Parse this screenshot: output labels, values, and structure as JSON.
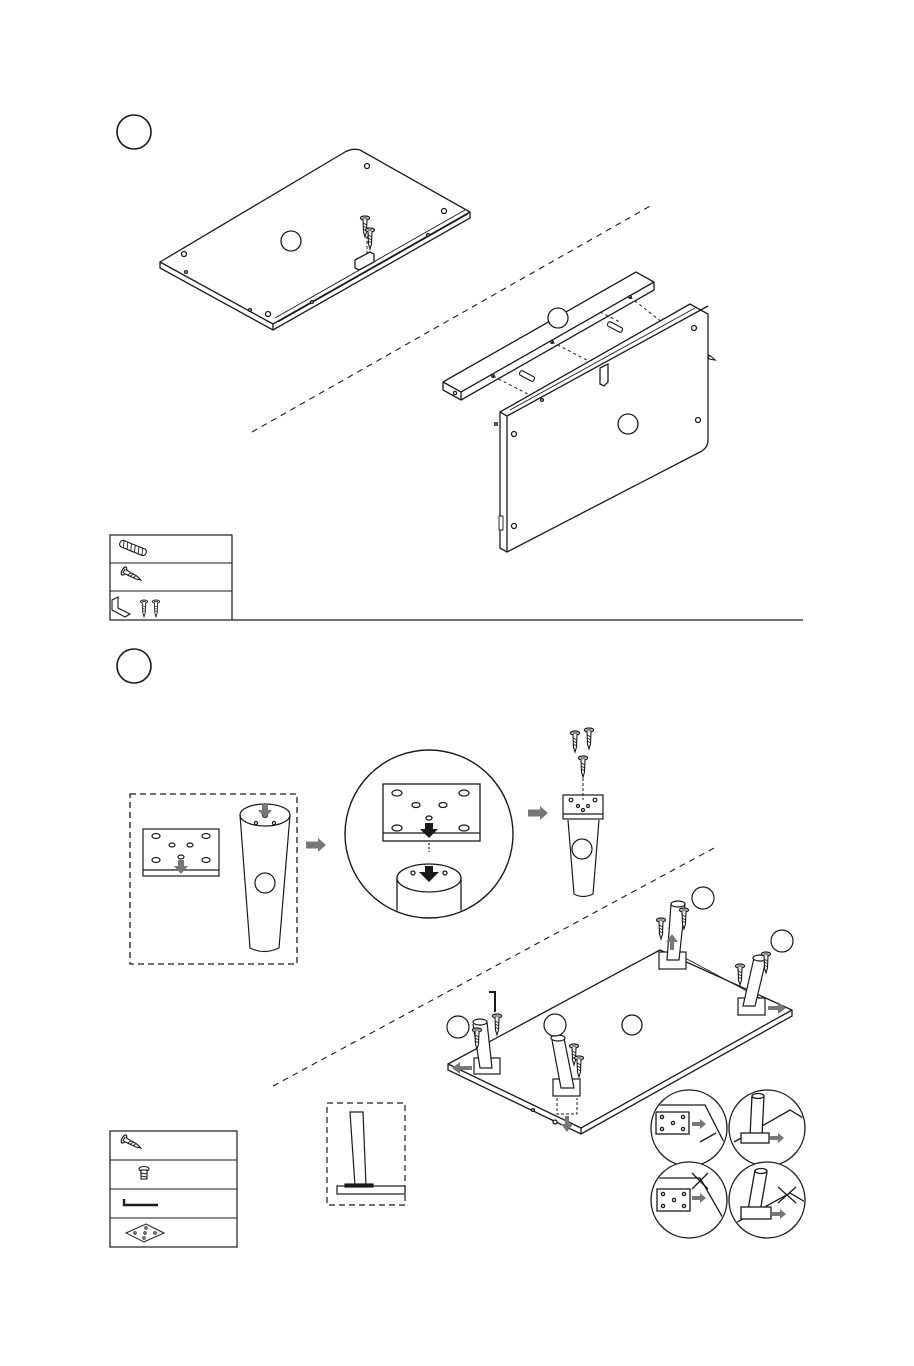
{
  "document": {
    "type": "assembly-instructions",
    "steps": [
      {
        "marker": "",
        "parts_panel": [
          "threaded-dowel",
          "wood-screw",
          "corner-bracket-with-screws"
        ],
        "part_callouts": [
          "",
          "",
          ""
        ]
      },
      {
        "marker": "",
        "parts_panel": [
          "wood-screw",
          "short-bolt",
          "allen-key",
          "mounting-plate"
        ],
        "part_callouts": [
          "",
          "",
          "",
          "",
          "",
          "",
          "",
          ""
        ],
        "check_panels": [
          "correct-plate",
          "correct-leg",
          "incorrect-plate",
          "incorrect-leg"
        ]
      }
    ]
  },
  "colors": {
    "line": "#1a1a1a",
    "arrow": "#777777",
    "fill": "#ffffff"
  }
}
